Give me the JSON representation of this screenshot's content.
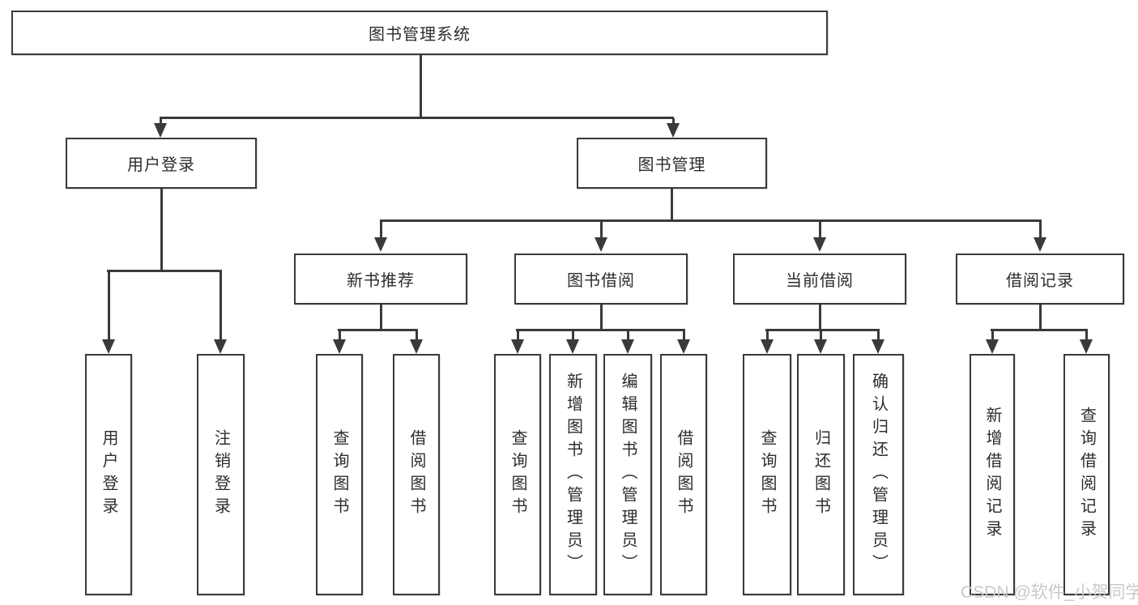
{
  "nodes": {
    "root": "图书管理系统",
    "level2": [
      "用户登录",
      "图书管理"
    ],
    "level3": [
      "新书推荐",
      "图书借阅",
      "当前借阅",
      "借阅记录"
    ],
    "leaves": {
      "user": [
        "用户登录",
        "注销登录"
      ],
      "recommend": [
        "查询图书",
        "借阅图书"
      ],
      "borrow": [
        "查询图书",
        "新增图书（管理员）",
        "编辑图书（管理员）",
        "借阅图书"
      ],
      "current": [
        "查询图书",
        "归还图书",
        "确认归还（管理员）"
      ],
      "records": [
        "新增借阅记录",
        "查询借阅记录"
      ]
    }
  },
  "watermark": {
    "text": "CSDN @软件_小贺同学"
  },
  "colors": {
    "line": "#3a3a3a",
    "text": "#2d2d2d",
    "watermark": "#c9c9c9",
    "background": "#ffffff"
  }
}
